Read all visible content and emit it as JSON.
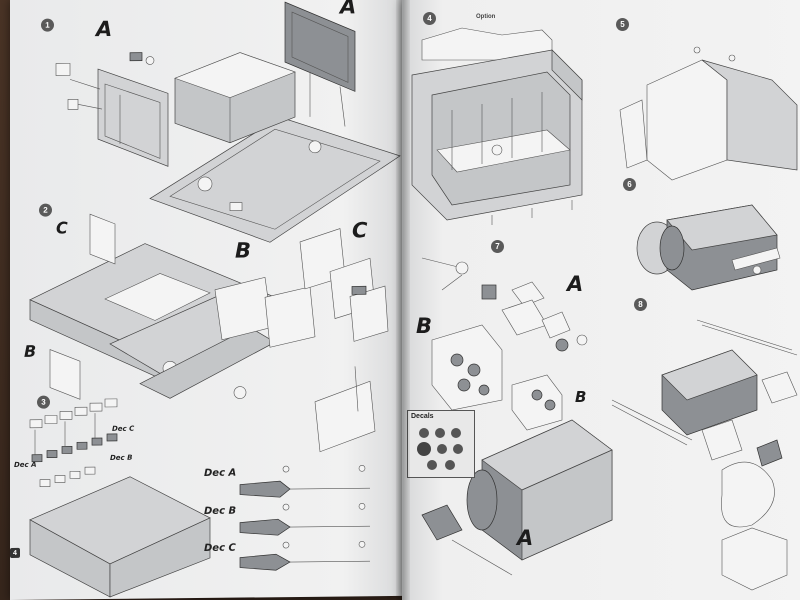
{
  "left_page": {
    "steps": [
      "1",
      "2",
      "3"
    ],
    "letters": {
      "s1_a_left": "A",
      "s1_a_right": "A",
      "s2_c_left": "C",
      "s2_b_mid": "B",
      "s2_c_right": "C",
      "s2_b_left": "B"
    },
    "dec_tags": {
      "dec_c_top": "Dec C",
      "dec_a_side": "Dec A",
      "dec_b_side": "Dec B"
    },
    "shell_labels": [
      "Dec A",
      "Dec B",
      "Dec C"
    ],
    "page_number": "4"
  },
  "right_page": {
    "steps": [
      "4",
      "5",
      "6",
      "7",
      "8"
    ],
    "option_label": "Option",
    "letters": {
      "s7_a": "A",
      "s7_b_left": "B",
      "s7_b_right": "B",
      "s7_a_bottom": "A"
    },
    "decals_title": "Decals"
  }
}
